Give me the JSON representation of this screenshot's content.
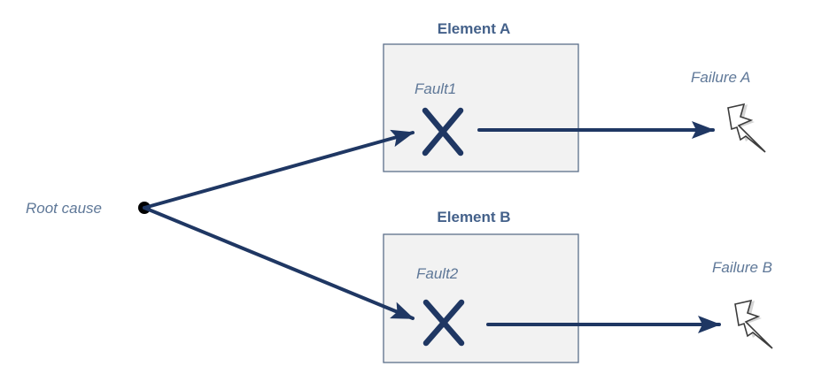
{
  "diagram": {
    "root": {
      "label": "Root cause"
    },
    "elements": [
      {
        "title": "Element A",
        "fault_label": "Fault1",
        "failure_label": "Failure A"
      },
      {
        "title": "Element B",
        "fault_label": "Fault2",
        "failure_label": "Failure B"
      }
    ],
    "icons": {
      "fault": "x-mark-icon",
      "failure": "lightning-bolt-icon",
      "root": "dot-icon"
    },
    "colors": {
      "arrow": "#1f3763",
      "box_fill": "#f2f2f2",
      "box_border": "#5c6f8a",
      "title_text": "#44618a",
      "label_text": "#5f7898"
    }
  }
}
